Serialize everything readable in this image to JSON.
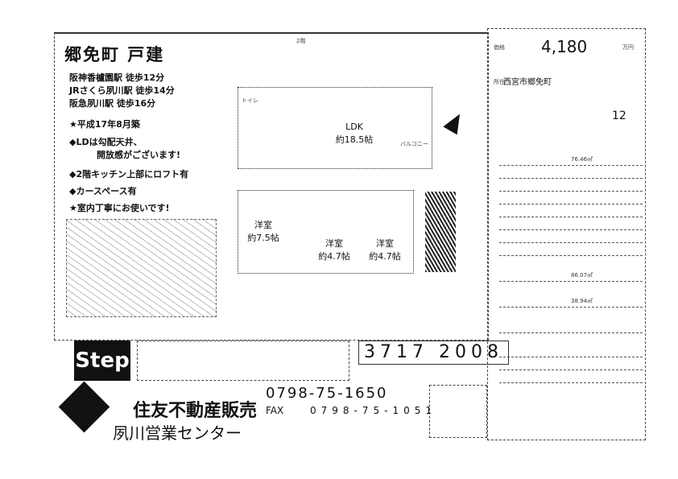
{
  "listing": {
    "title": "郷免町 戸建",
    "access": [
      "阪神香櫨園駅 徒歩12分",
      "JRさくら夙川駅 徒歩14分",
      "阪急夙川駅 徒歩16分"
    ],
    "features": [
      "★平成17年8月築",
      "◆LDは勾配天井、",
      "開放感がございます!",
      "◆2階キッチン上部にロフト有",
      "◆カースペース有",
      "★室内丁寧にお使いです!"
    ]
  },
  "floorplan": {
    "upper_label": "2階",
    "rooms": [
      {
        "name": "LDK",
        "size": "約18.5帖"
      },
      {
        "name": "洋室",
        "size": "約7.5帖"
      },
      {
        "name": "洋室",
        "size": "約4.7帖"
      },
      {
        "name": "洋室",
        "size": "約4.7帖"
      }
    ],
    "balcony": "バルコニー",
    "toilet": "トイレ"
  },
  "summary": {
    "price_label": "価格",
    "price": "4,180",
    "price_unit": "万円",
    "location_label": "所在",
    "location": "西宮市郷免町",
    "floors": "12",
    "land_area": "76.46㎡",
    "building_area": "86.07㎡",
    "first_floor_area": "38.94㎡"
  },
  "footer": {
    "logo": "Step",
    "listing_number": "3717 2008",
    "company": "住友不動産販売",
    "branch": "夙川営業センター",
    "tel": "0798-75-1650",
    "fax_label": "FAX",
    "fax": "0798-75-1051"
  }
}
